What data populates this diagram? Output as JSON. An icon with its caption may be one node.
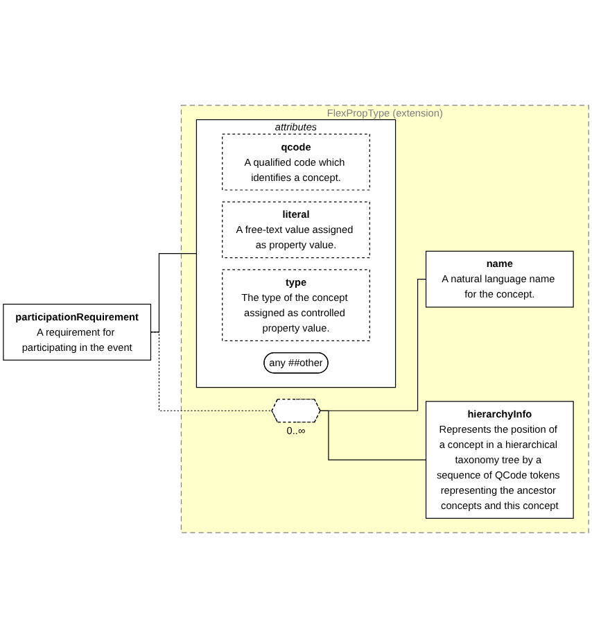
{
  "diagram": {
    "nodes": [
      {
        "text": [
          "participationRequirement",
          "A requirement for participating in the event"
        ]
      },
      {
        "text": [
          "FlexPropType (extension)"
        ]
      },
      {
        "text": [
          "attributes"
        ],
        "in": 1
      },
      {
        "text": [
          "qcode",
          "A qualified code which identifies a concept."
        ],
        "in": 2
      },
      {
        "text": [
          "literal",
          "A free-text value assigned as property value."
        ],
        "in": 2
      },
      {
        "text": [
          "type",
          "The type of the concept assigned as controlled property value."
        ],
        "in": 2
      },
      {
        "text": [
          "any ##other"
        ],
        "in": 2
      },
      {
        "text": [],
        "shape": "hexagon",
        "in": 1,
        "beside": [
          "0..∞"
        ]
      },
      {
        "text": [
          "name",
          "A natural language name for the concept."
        ],
        "in": 1
      },
      {
        "text": [
          "hierarchyInfo",
          "Represents the position of a concept in a hierarchical taxonomy tree by a sequence of QCode tokens representing the ancestor concepts and this concept"
        ],
        "in": 1
      }
    ],
    "edges": [
      {
        "from": 0,
        "to": 2,
        "arrow": "none"
      },
      {
        "from": 0,
        "to": 7,
        "arrow": "none",
        "style": "dashed"
      },
      {
        "from": 7,
        "to": 8,
        "arrow": "none"
      },
      {
        "from": 7,
        "to": 9,
        "arrow": "none"
      }
    ]
  }
}
